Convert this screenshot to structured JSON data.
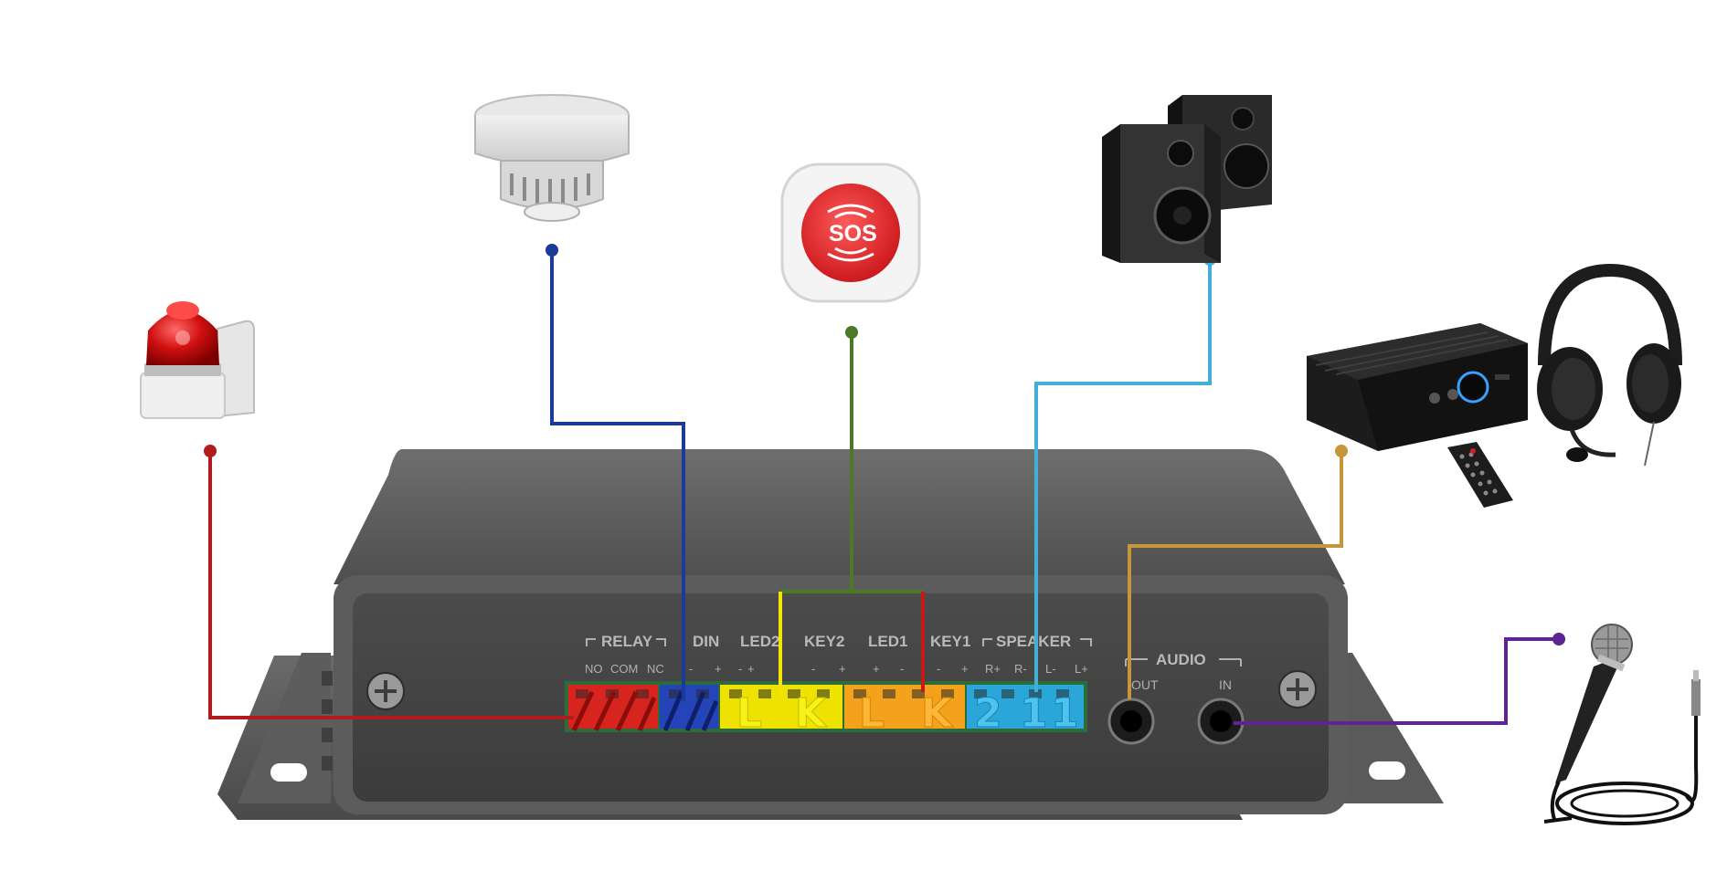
{
  "device": {
    "groups": {
      "relay": "RELAY",
      "din": "DIN",
      "led2": "LED2",
      "key2": "KEY2",
      "led1": "LED1",
      "key1": "KEY1",
      "speaker": "SPEAKER",
      "audio": "AUDIO"
    },
    "pins": {
      "relay_no": "NO",
      "relay_com": "COM",
      "relay_nc": "NC",
      "din_minus": "-",
      "din_plus": "+",
      "led2_minus": "-",
      "led2_plus": "+",
      "key2_minus": "-",
      "key2_plus": "+",
      "led1_minus": "-",
      "led1_plus": "+",
      "key1_minus": "-",
      "key1_plus": "+",
      "spk_rp": "R+",
      "spk_rm": "R-",
      "spk_lm": "L-",
      "spk_lp": "L+"
    },
    "jacks": {
      "out": "OUT",
      "in": "IN"
    },
    "terminal_marks": [
      "L",
      "K",
      "L",
      "K",
      "2",
      "1",
      "1"
    ]
  },
  "peripherals": {
    "sos_button_label": "SOS"
  },
  "colors": {
    "alarm_light": "#b01c1c",
    "smoke_detector": "#1c3a99",
    "sos_button": "#4a7a25",
    "key_link": "#c41a1a",
    "led_link": "#f2e600",
    "speakers": "#42b0d6",
    "amplifier": "#c8953a",
    "microphone": "#5e2592",
    "relay_block": "#e0241f",
    "din_block": "#2444b8",
    "led2_key2_block": "#f0e500",
    "led1_key1_block": "#f6a01c",
    "speaker_block": "#2aa7d8"
  },
  "icons": [
    "alarm-light-icon",
    "smoke-detector-icon",
    "sos-button-icon",
    "speakers-icon",
    "amplifier-icon",
    "remote-icon",
    "headset-icon",
    "microphone-icon"
  ]
}
